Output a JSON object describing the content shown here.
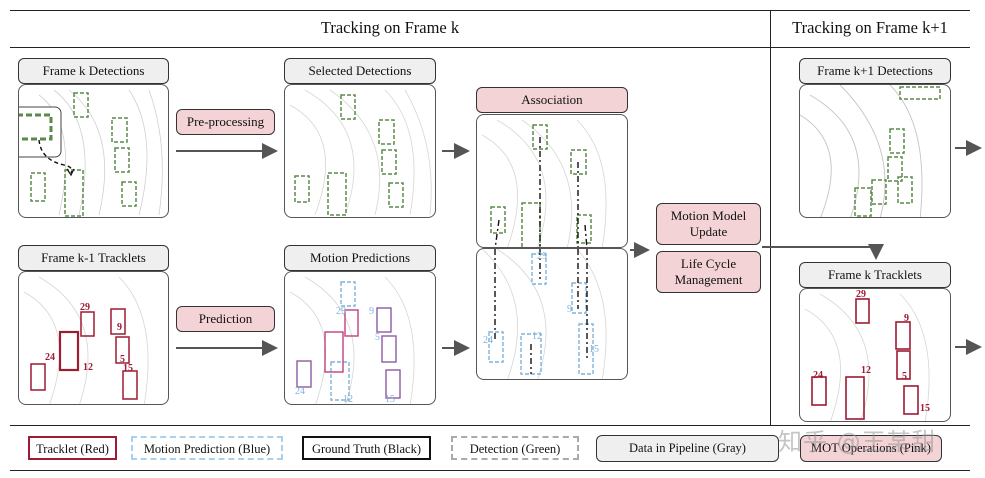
{
  "headers": {
    "frame_k": "Tracking on Frame k",
    "frame_k1": "Tracking on Frame k+1"
  },
  "labels": {
    "frame_k_detections": "Frame k Detections",
    "selected_detections": "Selected Detections",
    "association": "Association",
    "frame_k1_detections": "Frame k+1 Detections",
    "pre_processing": "Pre-processing",
    "prediction": "Prediction",
    "frame_k_minus1_tracklets": "Frame k-1 Tracklets",
    "motion_predictions": "Motion Predictions",
    "motion_model_update_l1": "Motion Model",
    "motion_model_update_l2": "Update",
    "life_cycle_l1": "Life Cycle",
    "life_cycle_l2": "Management",
    "frame_k_tracklets": "Frame k Tracklets"
  },
  "track_ids": {
    "t29": "29",
    "t9": "9",
    "t24": "24",
    "t12": "12",
    "t5": "5",
    "t15": "15"
  },
  "legend": {
    "tracklet": "Tracklet (Red)",
    "motion_prediction": "Motion Prediction (Blue)",
    "ground_truth": "Ground Truth (Black)",
    "detection": "Detection (Green)",
    "data_pipeline": "Data in Pipeline (Gray)",
    "mot_operations": "MOT Operations (Pink)"
  },
  "watermark": "知乎 @王某甜",
  "colors": {
    "tracklet_red": "#9e1b32",
    "prediction_blue": "#7fb3dc",
    "detection_green": "#5a8a4a",
    "pipeline_gray": "#efefef",
    "operation_pink": "#f4d3d6"
  }
}
